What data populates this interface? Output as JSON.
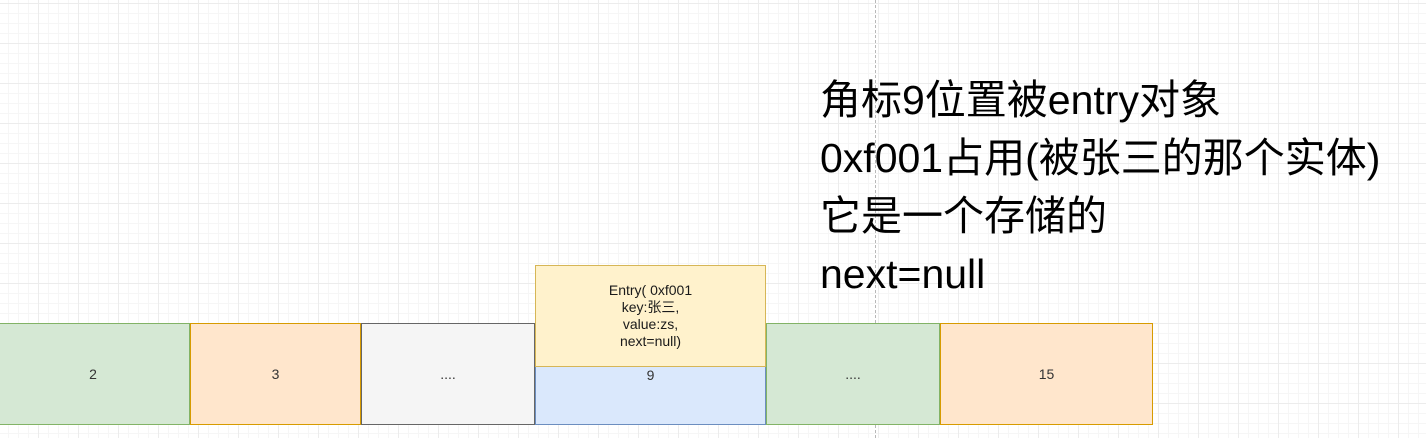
{
  "array_cells": [
    {
      "label": "2",
      "fill": "#d5e8d4",
      "stroke": "#82b366"
    },
    {
      "label": "3",
      "fill": "#ffe6cc",
      "stroke": "#d79b00"
    },
    {
      "label": "....",
      "fill": "#f5f5f5",
      "stroke": "#666666"
    },
    {
      "label": "9",
      "fill": "#dae8fc",
      "stroke": "#6c8ebf"
    },
    {
      "label": "....",
      "fill": "#d5e8d4",
      "stroke": "#82b366"
    },
    {
      "label": "15",
      "fill": "#ffe6cc",
      "stroke": "#d79b00"
    }
  ],
  "entry": {
    "lines": [
      "Entry( 0xf001",
      "key:张三,",
      "value:zs,",
      "next=null)"
    ],
    "fill": "#fff2cc",
    "stroke": "#d6b656"
  },
  "note": {
    "lines": [
      "角标9位置被entry对象",
      "0xf001占用(被张三的那个实体)",
      "它是一个存储的",
      "next=null"
    ]
  }
}
